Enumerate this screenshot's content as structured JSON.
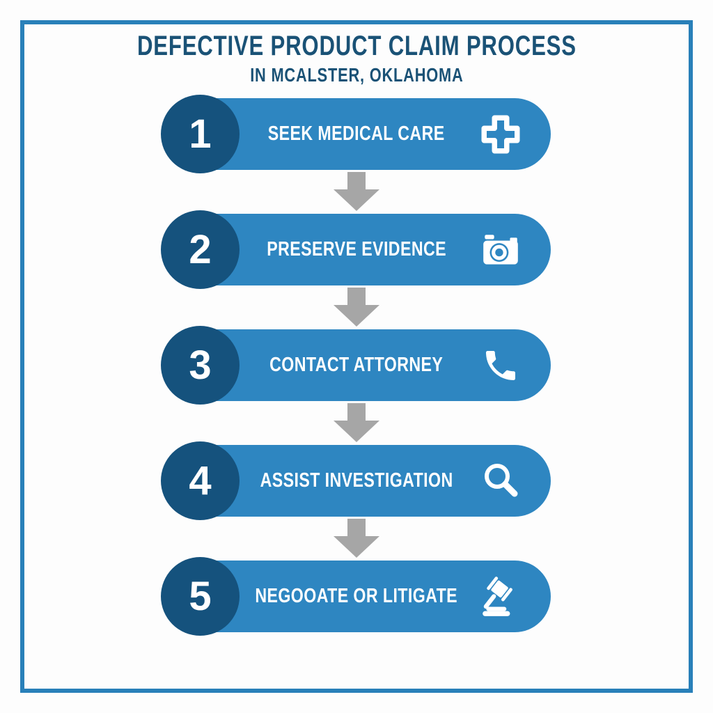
{
  "header": {
    "title": "DEFECTIVE PRODUCT CLAIM PROCESS",
    "subtitle": "IN MCALSTER, OKLAHOMA"
  },
  "steps": [
    {
      "number": "1",
      "label": "SEEK MEDICAL CARE",
      "icon": "medical-cross-icon"
    },
    {
      "number": "2",
      "label": "PRESERVE EVIDENCE",
      "icon": "camera-icon"
    },
    {
      "number": "3",
      "label": "CONTACT ATTORNEY",
      "icon": "phone-icon"
    },
    {
      "number": "4",
      "label": "ASSIST INVESTIGATION",
      "icon": "magnifier-icon"
    },
    {
      "number": "5",
      "label": "NEGOOATE OR LITIGATE",
      "icon": "gavel-icon"
    }
  ],
  "colors": {
    "pill": "#2e86c1",
    "number_circle": "#15527d",
    "arrow": "#a6a6a6",
    "frame_border": "#2980b9",
    "title_text": "#1a5276",
    "step_text": "#ffffff",
    "background": "#fdfdfd"
  }
}
